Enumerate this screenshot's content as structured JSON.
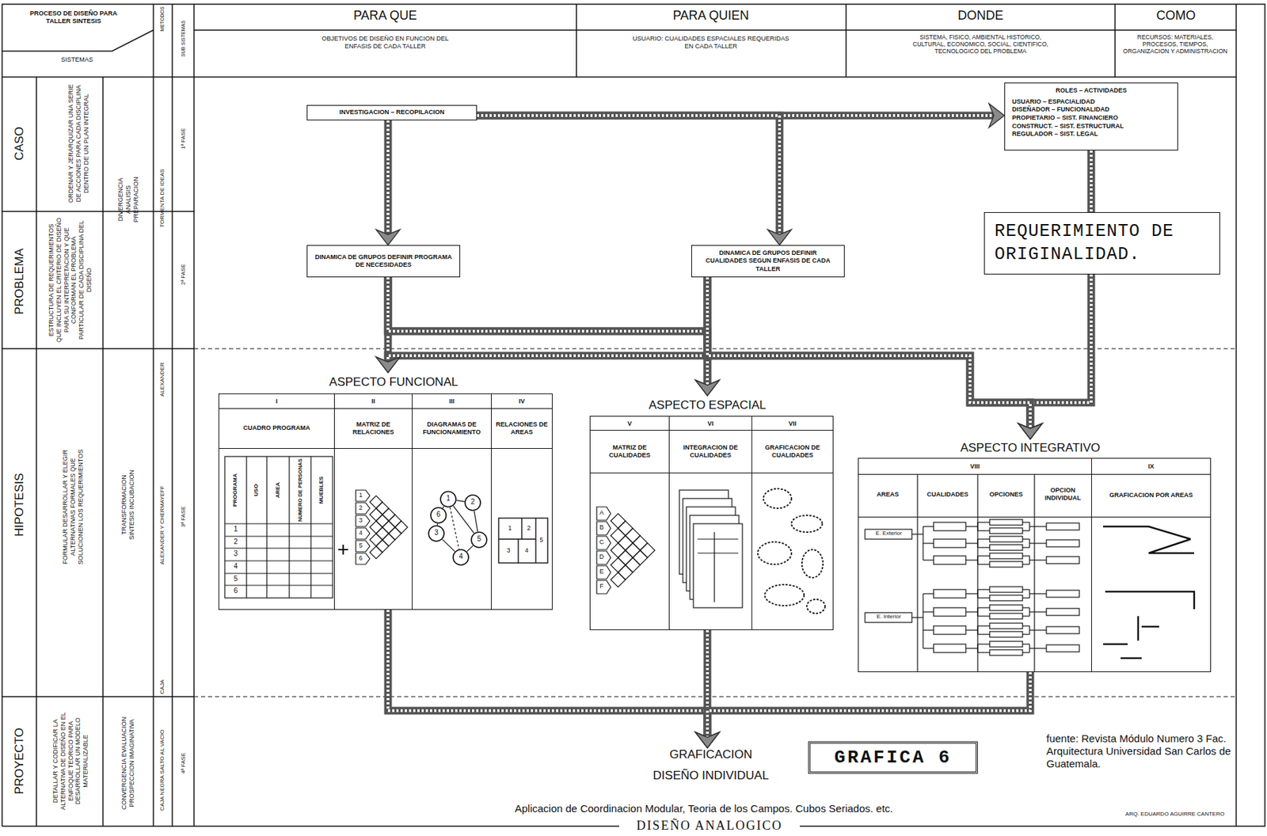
{
  "diagram": {
    "caption": "DISEÑO ANALOGICO",
    "nodes": [
      {
        "text": [
          "INVESTIGACION – RECOPILACION"
        ]
      },
      {
        "text": [
          "ROLES – ACTIVIDADES",
          "USUARIO – ESPACIALIDAD",
          "DISEÑADOR – FUNCIONALIDAD",
          "PROPIETARIO – SIST. FINANCIERO",
          "CONSTRUCT. – SIST. ESTRUCTURAL",
          "REGULADOR – SIST. LEGAL"
        ]
      },
      {
        "text": [
          "DINAMICA DE GRUPOS DEFINIR PROGRAMA DE NECESIDADES"
        ]
      },
      {
        "text": [
          "DINAMICA DE GRUPOS DEFINIR CUALIDADES SEGUN ENFASIS DE CADA TALLER"
        ]
      },
      {
        "text": [
          "REQUERIMIENTO DE ORIGINALIDAD."
        ]
      },
      {
        "text": [
          "ASPECTO FUNCIONAL"
        ]
      },
      {
        "text": [
          "I",
          "CUADRO PROGRAMA"
        ],
        "in": 5
      },
      {
        "text": [
          "II",
          "MATRIZ DE RELACIONES"
        ],
        "in": 5
      },
      {
        "text": [
          "III",
          "DIAGRAMAS DE FUNCIONAMIENTO"
        ],
        "in": 5
      },
      {
        "text": [
          "IV",
          "RELACIONES DE AREAS"
        ],
        "in": 5
      },
      {
        "text": [
          "ASPECTO ESPACIAL"
        ]
      },
      {
        "text": [
          "V",
          "MATRIZ DE CUALIDADES"
        ],
        "in": 10
      },
      {
        "text": [
          "VI",
          "INTEGRACION DE CUALIDADES"
        ],
        "in": 10
      },
      {
        "text": [
          "VII",
          "GRAFICACION DE CUALIDADES"
        ],
        "in": 10
      },
      {
        "text": [
          "ASPECTO INTEGRATIVO"
        ]
      },
      {
        "text": [
          "VIII"
        ],
        "in": 14
      },
      {
        "text": [
          "IX",
          "GRAFICACION POR AREAS"
        ],
        "in": 14
      },
      {
        "text": [
          "GRAFICACION",
          "DISEÑO INDIVIDUAL"
        ]
      },
      {
        "text": [
          "GRAFICA 6"
        ]
      }
    ],
    "edges": [
      {
        "from": 0,
        "to": 1,
        "arrow": "to"
      },
      {
        "from": 0,
        "to": 2,
        "arrow": "to"
      },
      {
        "from": 0,
        "to": 3,
        "arrow": "to"
      },
      {
        "from": 1,
        "to": 4,
        "arrow": "none"
      },
      {
        "from": 4,
        "to": 14,
        "arrow": "to"
      },
      {
        "from": 2,
        "to": 5,
        "arrow": "to"
      },
      {
        "from": 2,
        "to": 10,
        "arrow": "to"
      },
      {
        "from": 2,
        "to": 14,
        "arrow": "to"
      },
      {
        "from": 3,
        "to": 5,
        "arrow": "to"
      },
      {
        "from": 3,
        "to": 10,
        "arrow": "to"
      },
      {
        "from": 3,
        "to": 14,
        "arrow": "to"
      },
      {
        "from": 5,
        "to": 17,
        "arrow": "to"
      },
      {
        "from": 10,
        "to": 17,
        "arrow": "to"
      },
      {
        "from": 14,
        "to": 17,
        "arrow": "to"
      }
    ],
    "labels": [
      "PROCESO DE DISEÑO PARA TALLER SINTESIS",
      "SISTEMAS",
      "METODOS",
      "SUB SISTEMAS",
      "PARA QUE",
      "OBJETIVOS DE DISEÑO EN FUNCION DEL ENFASIS DE CADA TALLER",
      "PARA QUIEN",
      "USUARIO: CUALIDADES ESPACIALES REQUERIDAS EN CADA TALLER",
      "DONDE",
      "SISTEMA, FISICO, AMBIENTAL HISTORICO, CULTURAL, ECONOMICO, SOCIAL, CIENTIFICO, TECNOLOGICO DEL PROBLEMA",
      "COMO",
      "RECURSOS: MATERIALES, PROCESOS, TIEMPOS, ORGANIZACION Y ADMINISTRACION",
      "CASO",
      "ORDENAR Y JERARQUIZAR UNA SERIE DE ACCIONES PARA CADA DISCIPLINA DENTRO DE UN PLAN INTEGRAL",
      "PROBLEMA",
      "ESTRUCTURA DE REQUERIMIENTOS QUE INCLUYEN EL CRITERIO DE DISEÑO PARA SU INTERPRETACION Y QUE CONFORMAN EL PROBLEMA PARTICULAR DE CADA DISCIPLINA DEL DISEÑO",
      "HIPOTESIS",
      "FORMULAR DESARROLLAR Y ELEGIR ALTERNATIVAS FORMALES QUE SOLUCIONEN LOS REQUERIMIENTOS",
      "PROYECTO",
      "DETALLAR Y CODIFICAR LA ALTERNATIVA DE DISEÑO EN EL ENFOQUE TEORICO PARA DESARROLLAR UN MODELO MATERIALIZABLE",
      "DIVERGENCIA ANALISIS PREPARACION",
      "TRANSFORMACION SINTESIS INCUBACION",
      "CONVERGENCIA EVALUACION PROSPECCION IMAGINATIVA",
      "TORMENTA DE IDEAS",
      "ALEXANDER",
      "ALEXANDER Y CHERMAYEFF",
      "CAJA",
      "CAJA NEGRA SALTO AL VACIO",
      "1ª FASE",
      "2ª FASE",
      "3ª FASE",
      "4ª FASE",
      "PROGRAMA",
      "USO",
      "AREA",
      "NUMERO DE PERSONAS",
      "MUEBLES",
      "1",
      "2",
      "3",
      "4",
      "5",
      "6",
      "1",
      "2",
      "3",
      "4",
      "5",
      "6",
      "1",
      "2",
      "3",
      "4",
      "5",
      "6",
      "1",
      "2",
      "3",
      "4",
      "5",
      "A",
      "B",
      "C",
      "D",
      "E",
      "F",
      "AREAS",
      "CUALIDADES",
      "OPCIONES",
      "OPCION INDIVIDUAL",
      "E. Exterior",
      "E. Interior",
      "Aplicacion de Coordinacion Modular, Teoria de los Campos. Cubos Seriados. etc.",
      "fuente: Revista Módulo Numero 3 Fac. Arquitectura Universidad San Carlos de Guatemala.",
      "ARQ. EDUARDO AGUIRRE CANTERO"
    ]
  }
}
